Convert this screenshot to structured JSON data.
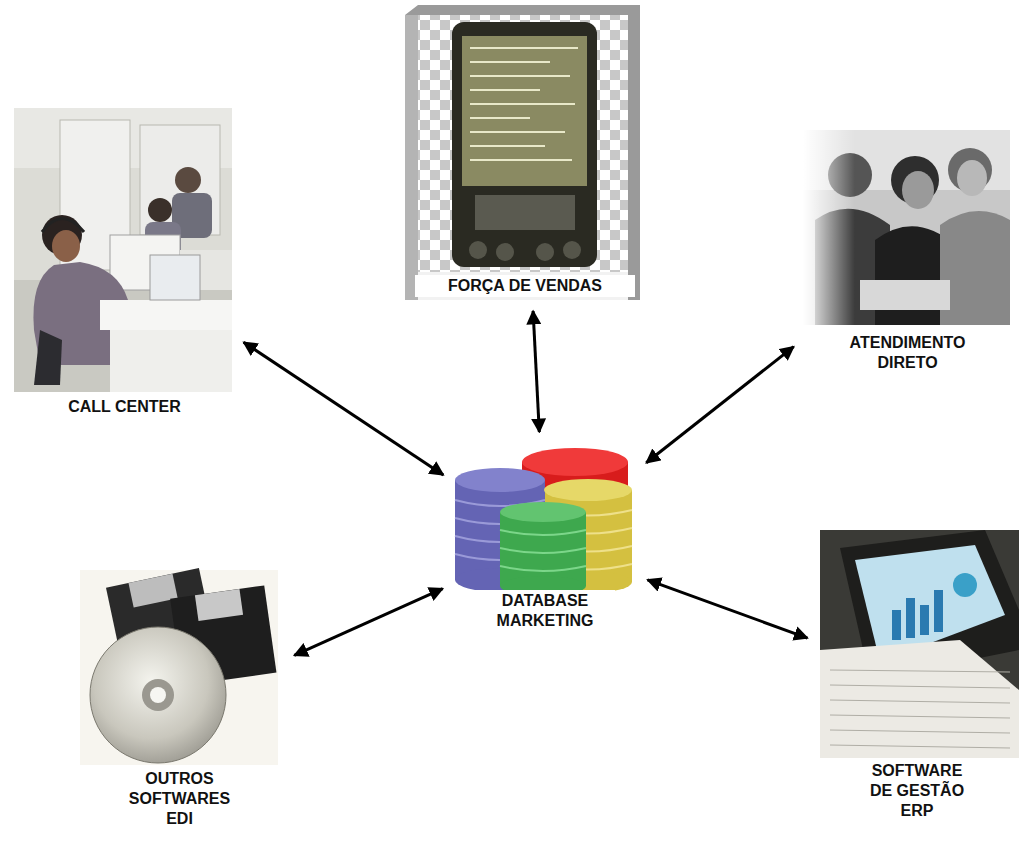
{
  "diagram": {
    "nodes": [
      {
        "text": [
          "FORÇA DE VENDAS"
        ]
      },
      {
        "text": [
          "CALL CENTER"
        ]
      },
      {
        "text": [
          "ATENDIMENTO DIRETO"
        ]
      },
      {
        "text": [
          "DATABASE MARKETING"
        ]
      },
      {
        "text": [
          "OUTROS SOFTWARES EDI"
        ]
      },
      {
        "text": [
          "SOFTWARE DE GESTÃO ERP"
        ]
      }
    ],
    "edges": [
      {
        "from": 0,
        "to": 3,
        "arrow": "both"
      },
      {
        "from": 1,
        "to": 3,
        "arrow": "both"
      },
      {
        "from": 2,
        "to": 3,
        "arrow": "both"
      },
      {
        "from": 4,
        "to": 3,
        "arrow": "both"
      },
      {
        "from": 5,
        "to": 3,
        "arrow": "both"
      }
    ]
  }
}
